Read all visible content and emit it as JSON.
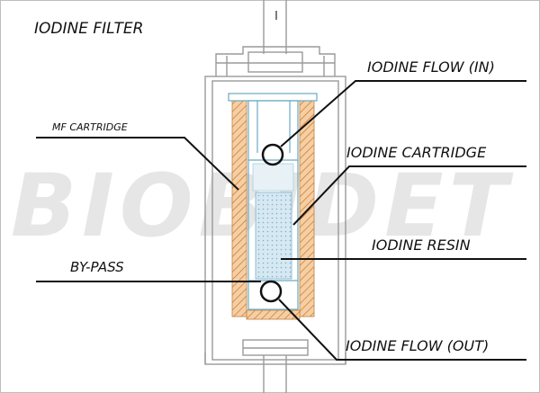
{
  "watermark": "BIOBIDET",
  "title": "IODINE FILTER",
  "labels": {
    "iodine_flow_in": "IODINE FLOW (IN)",
    "mf_cartridge": "MF CARTRIDGE",
    "iodine_cartridge": "IODINE CARTRIDGE",
    "iodine_resin": "IODINE RESIN",
    "by_pass": "BY-PASS",
    "iodine_flow_out": "IODINE FLOW (OUT)"
  },
  "colors": {
    "housing_outline": "#9a9a9a",
    "inner_tube": "#6aa9c4",
    "mf_cartridge_fill": "#f4cfa6",
    "mf_cartridge_hatch": "#d0721e",
    "resin_fill": "#cfe3ee",
    "watermark": "#e6e6e6",
    "leader_line": "#111111"
  }
}
